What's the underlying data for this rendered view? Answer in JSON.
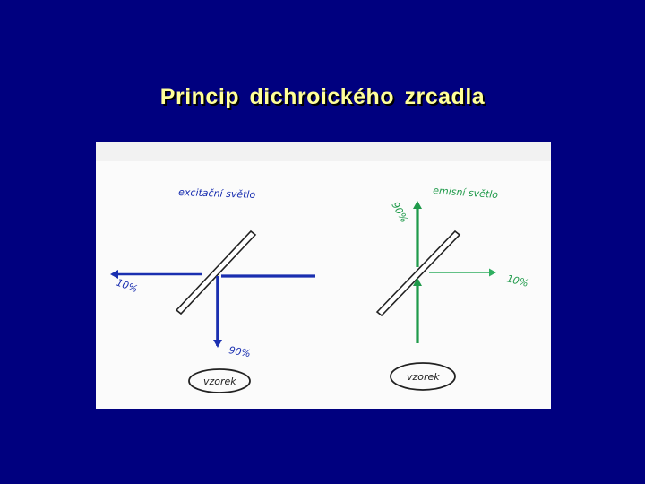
{
  "slide": {
    "title": "Princip  dichroického  zrcadla"
  },
  "diagram": {
    "left": {
      "light_label": "excitační světlo",
      "reflected_percent": "90%",
      "transmitted_percent": "10%",
      "sample_label": "vzorek",
      "arrow_color": "#1a2fb0"
    },
    "right": {
      "light_label": "emisní světlo",
      "transmitted_percent": "90%",
      "reflected_percent": "10%",
      "sample_label": "vzorek",
      "arrow_color": "#1f9a4a",
      "reflected_arrow_color": "#2fae60"
    }
  }
}
